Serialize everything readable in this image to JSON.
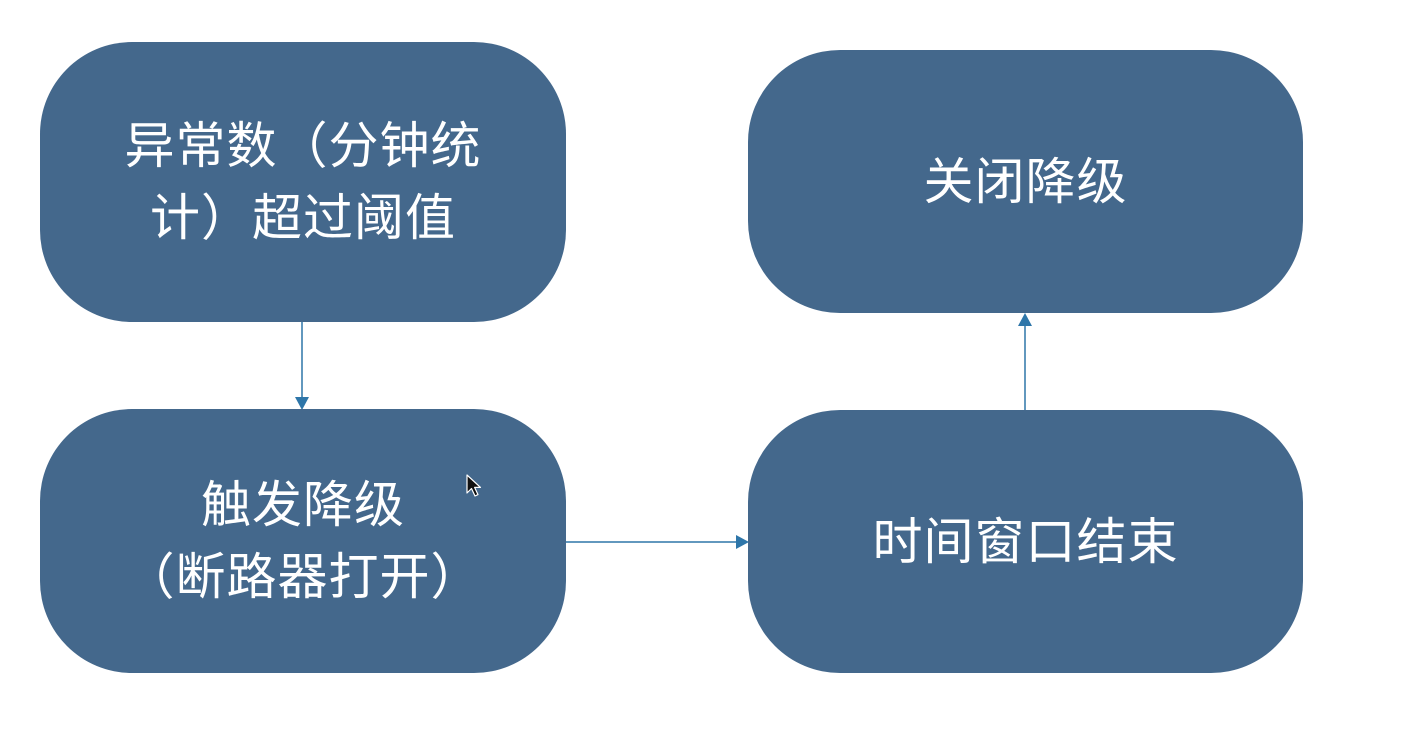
{
  "diagram": {
    "node_color": "#44688C",
    "edge_color": "#2E76A9",
    "nodes": [
      {
        "id": "anomaly",
        "label": "异常数（分钟统\n计）超过阈值"
      },
      {
        "id": "trigger",
        "label": "触发降级\n（断路器打开）"
      },
      {
        "id": "close",
        "label": "关闭降级"
      },
      {
        "id": "window-end",
        "label": "时间窗口结束"
      }
    ],
    "edges": [
      {
        "from": "anomaly",
        "to": "trigger"
      },
      {
        "from": "trigger",
        "to": "window-end"
      },
      {
        "from": "window-end",
        "to": "close"
      }
    ]
  },
  "icons": {
    "cursor": "mouse-pointer-icon"
  }
}
